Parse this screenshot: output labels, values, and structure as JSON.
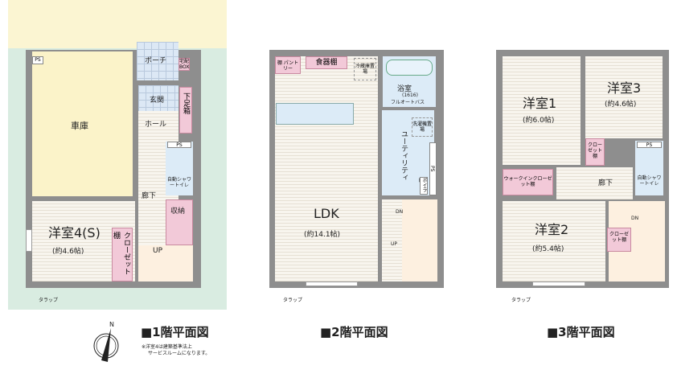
{
  "floor1": {
    "caption": "■1階平面図",
    "note_line1": "※洋室4は建築基準法上",
    "note_line2": "サービスルームになります。",
    "rooms": {
      "garage": "車庫",
      "porch": "ポーチ",
      "delivery_box": "宅配BOX",
      "entrance": "玄関",
      "shoe_box": "下足箱",
      "hall": "ホール",
      "ps": "PS",
      "ps2": "PS",
      "toilet": "自動シャワートイレ",
      "corridor": "廊下",
      "storage": "収納",
      "room4": "洋室4(S)",
      "room4_size": "(約4.6帖)",
      "closet": "クローゼット",
      "shelf": "棚",
      "up": "UP",
      "trap": "タラップ"
    }
  },
  "floor2": {
    "caption": "■2階平面図",
    "rooms": {
      "shelf_pantry": "棚 パントリー",
      "dish_cabinet": "食器棚",
      "fridge": "冷蔵庫置場",
      "bath": "浴室",
      "bath_size": "(1616)",
      "bath_type": "フルオートバス",
      "washer": "洗濯機置場",
      "utility": "ユーティリティ",
      "ps": "PS",
      "boiler": "ボイラー",
      "ldk": "LDK",
      "ldk_size": "(約14.1帖)",
      "dn": "DN",
      "up": "UP",
      "trap": "タラップ"
    }
  },
  "floor3": {
    "caption": "■3階平面図",
    "rooms": {
      "room1": "洋室1",
      "room1_size": "(約6.0帖)",
      "room3": "洋室3",
      "room3_size": "(約4.6帖)",
      "closet3": "クローゼット棚",
      "wic": "ウォークインクローゼット棚",
      "corridor": "廊下",
      "ps": "PS",
      "toilet": "自動シャワートイレ",
      "room2": "洋室2",
      "room2_size": "(約5.4帖)",
      "closet2": "クローゼット棚",
      "dn": "DN",
      "trap": "タラップ"
    }
  },
  "compass": {
    "north": "N"
  }
}
